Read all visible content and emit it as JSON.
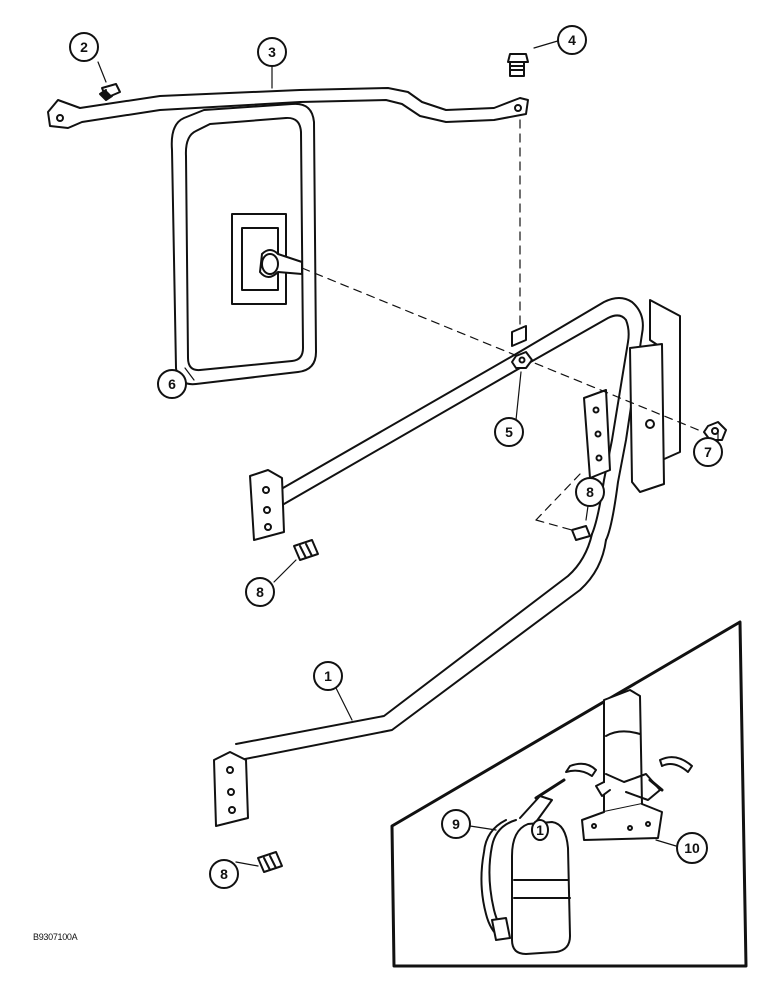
{
  "callouts": {
    "c1": "1",
    "c2": "2",
    "c3": "3",
    "c4": "4",
    "c5": "5",
    "c6": "6",
    "c7": "7",
    "c8a": "8",
    "c8b": "8",
    "c8c": "8",
    "c9": "9",
    "c10": "10"
  },
  "extinguisher_label": "1",
  "figure_id": "B9307100A",
  "colors": {
    "ink": "#111111",
    "paper": "#ffffff"
  }
}
